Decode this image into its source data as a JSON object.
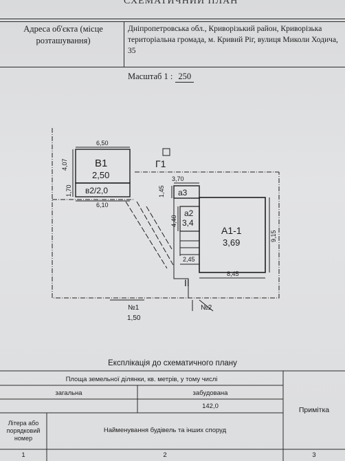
{
  "header": {
    "title": "СХЕМАТИЧНИЙ ПЛАН",
    "address_label": "Адреса об'єкта (місце розташування)",
    "address_value": "Дніпропетровська обл., Криворізький район, Криворізька територіальна громада, м. Кривий Ріг, вулиця Миколи Ходича, 35"
  },
  "scale": {
    "label": "Масштаб 1 :",
    "value": "250"
  },
  "plan": {
    "buildings": [
      {
        "name": "В1",
        "area": "2,50"
      },
      {
        "name": "в2/2,0"
      },
      {
        "name": "Г1"
      },
      {
        "name": "а3"
      },
      {
        "name": "а2",
        "area": "3,4"
      },
      {
        "name": "А1-1",
        "area": "3,69"
      }
    ],
    "dimensions": [
      "6,50",
      "4,07",
      "1,70",
      "6,10",
      "3,70",
      "1,45",
      "4,40",
      "9,15",
      "2,45",
      "8,45",
      "1,50"
    ],
    "markers": [
      "II",
      "№1",
      "№2"
    ]
  },
  "explication": {
    "title": "Експлікація до схематичного плану",
    "land_area_header": "Площа земельної ділянки, кв. метрів, у тому числі",
    "total_label": "загальна",
    "built_label": "забудована",
    "built_value": "142,0",
    "note_label": "Примітка",
    "letter_label": "Літера або порядковий номер",
    "name_label": "Найменування будівель та інших споруд",
    "col_numbers": [
      "1",
      "2",
      "3"
    ]
  }
}
